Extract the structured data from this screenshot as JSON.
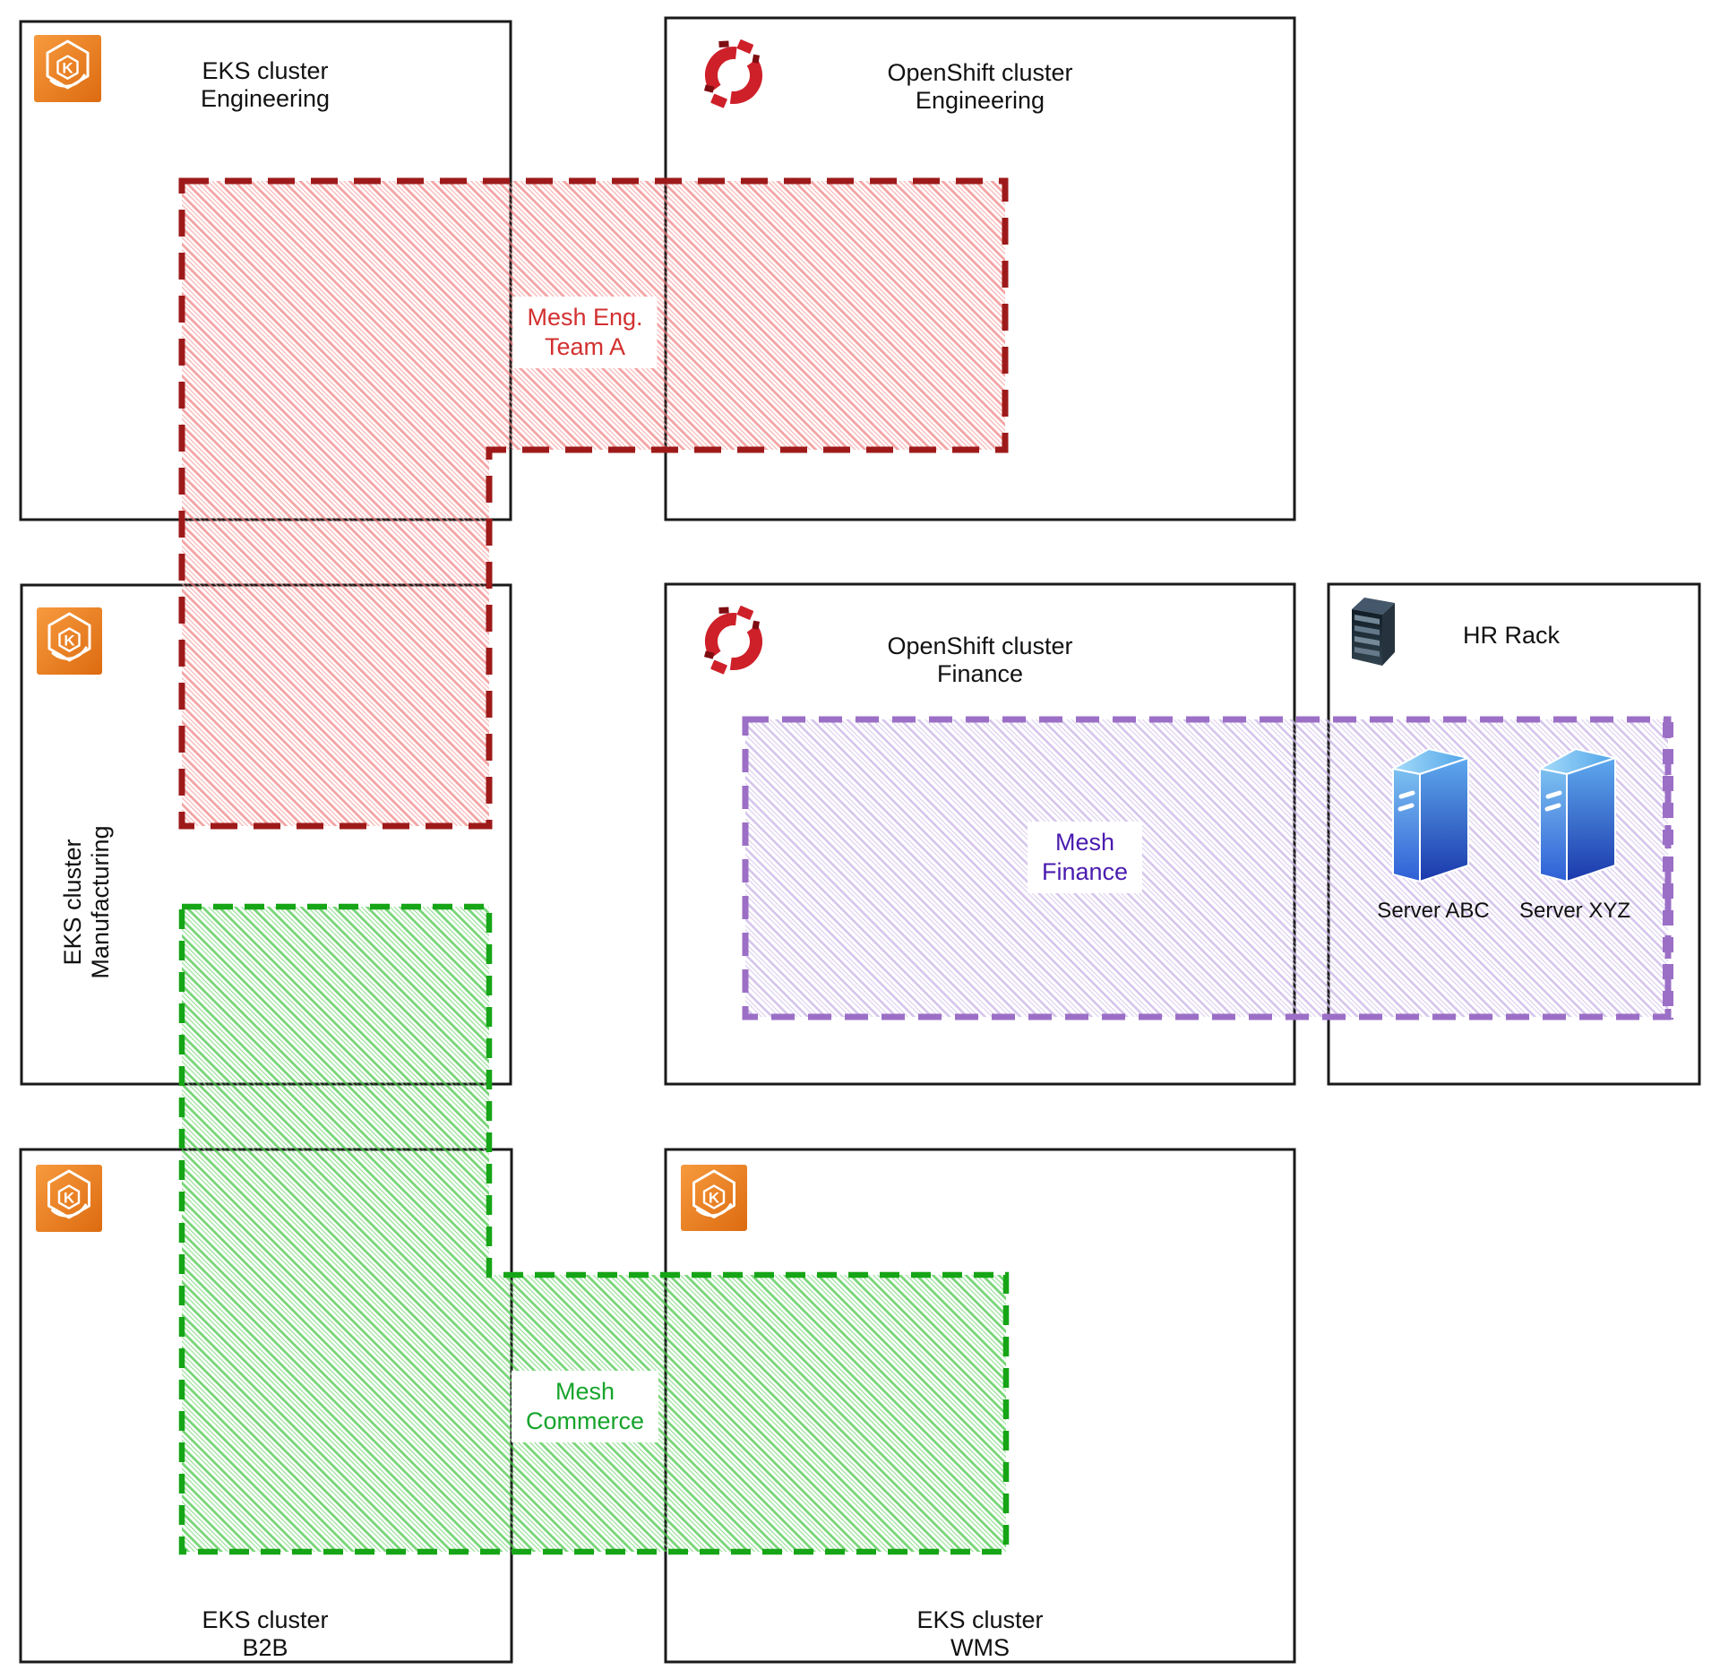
{
  "clusters": [
    {
      "id": "eks-engineering",
      "icon": "eks",
      "lines": [
        "EKS cluster",
        "Engineering"
      ]
    },
    {
      "id": "openshift-engineering",
      "icon": "openshift",
      "lines": [
        "OpenShift cluster",
        "Engineering"
      ]
    },
    {
      "id": "eks-manufacturing",
      "icon": "eks",
      "lines": [
        "EKS cluster",
        "Manufacturing"
      ]
    },
    {
      "id": "openshift-finance",
      "icon": "openshift",
      "lines": [
        "OpenShift cluster",
        "Finance"
      ]
    },
    {
      "id": "hr-rack",
      "icon": "server-rack",
      "lines": [
        "HR Rack"
      ]
    },
    {
      "id": "eks-b2b",
      "icon": "eks",
      "lines": [
        "EKS cluster",
        "B2B"
      ]
    },
    {
      "id": "eks-wms",
      "icon": "eks",
      "lines": [
        "EKS cluster",
        "WMS"
      ]
    }
  ],
  "meshes": [
    {
      "id": "mesh-eng-team-a",
      "lines": [
        "Mesh Eng.",
        "Team A"
      ],
      "border_color": "#9E1A1A",
      "hatch_color": "#F26B6B",
      "text_color": "#D32F2F"
    },
    {
      "id": "mesh-finance",
      "lines": [
        "Mesh",
        "Finance"
      ],
      "border_color": "#9B6FC6",
      "hatch_color": "#C4AEE0",
      "text_color": "#4A1BAE"
    },
    {
      "id": "mesh-commerce",
      "lines": [
        "Mesh",
        "Commerce"
      ],
      "border_color": "#16A516",
      "hatch_color": "#4BC84B",
      "text_color": "#17A42B"
    }
  ],
  "servers": [
    {
      "label": "Server ABC"
    },
    {
      "label": "Server XYZ"
    }
  ],
  "colors": {
    "box_border": "#1A1A1A",
    "eks_orange": "#E8821E",
    "openshift_red": "#CE2029",
    "server_blue_dark": "#1A38AC",
    "server_blue_light": "#A6DCFA",
    "rack_dark": "#26333E",
    "background": "#FFFFFF"
  }
}
